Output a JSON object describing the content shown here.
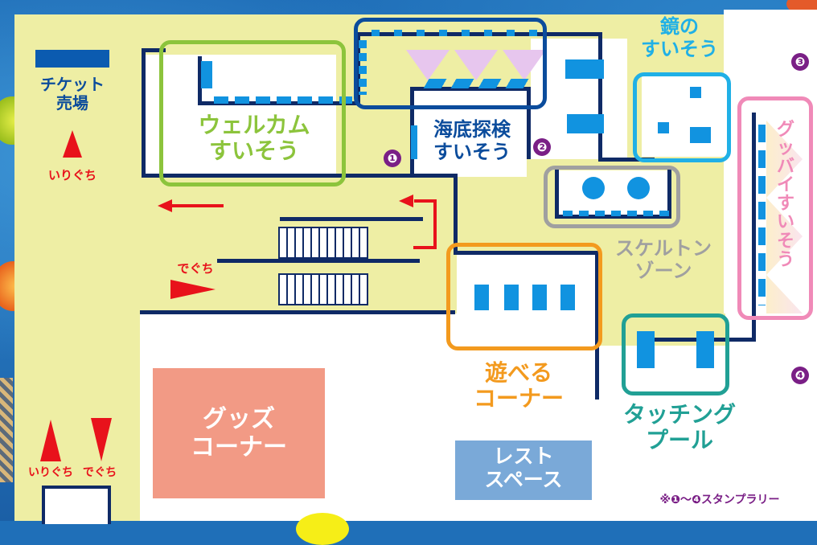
{
  "map": {
    "colors": {
      "ocean": "#1f6fb8",
      "floor": "#eeeea4",
      "wall": "#0f2a66",
      "tank": "#1193e0",
      "arrow": "#e8121b",
      "stamp": "#7a1f86"
    },
    "ticket": {
      "label": "チケット\n売場"
    },
    "entrance_top": {
      "label": "いりぐち"
    },
    "exit_mid": {
      "label": "でぐち"
    },
    "entrance_bottom": {
      "label": "いりぐち"
    },
    "exit_bottom": {
      "label": "でぐち"
    },
    "welcome": {
      "label": "ウェルカム\nすいそう",
      "color": "#8cc43c"
    },
    "deep_sea": {
      "label": "海底探検\nすいそう",
      "color": "#0b4c9c"
    },
    "mirror": {
      "label": "鏡の\nすいそう",
      "color": "#20b0e6"
    },
    "skeleton": {
      "label": "スケルトン\nゾーン",
      "color": "#a0a0a0"
    },
    "goodbye": {
      "label": "グッバイすいそう",
      "color": "#f08ab8"
    },
    "play": {
      "label": "遊べる\nコーナー",
      "color": "#f39a1e"
    },
    "touching": {
      "label": "タッチング\nプール",
      "color": "#21a095"
    },
    "goods": {
      "label": "グッズ\nコーナー",
      "color": "#f29a85"
    },
    "rest": {
      "label": "レスト\nスペース",
      "color": "#7aa9d8"
    },
    "stamps": [
      "❶",
      "❷",
      "❸",
      "❹"
    ],
    "footnote": "※❶〜❹スタンプラリー"
  }
}
